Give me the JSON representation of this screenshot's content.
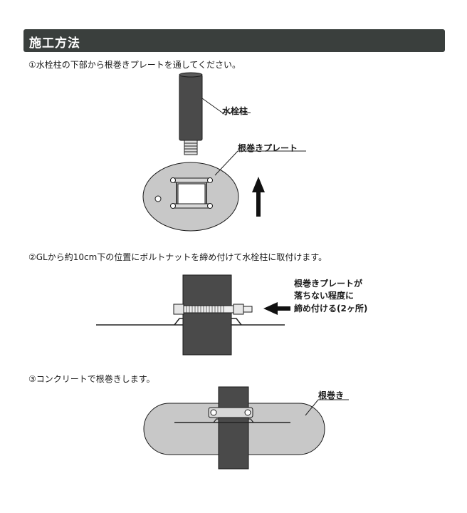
{
  "header": {
    "title": "施工方法"
  },
  "step1": {
    "text": "①水栓柱の下部から根巻きプレートを通してください。",
    "label_post": "水栓柱",
    "label_plate": "根巻きプレート"
  },
  "step2": {
    "text": "②GLから約10cm下の位置にボルトナットを締め付けて水栓柱に取付けます。",
    "note": [
      "根巻きプレートが",
      "落ちない程度に",
      "締め付ける(2ヶ所)"
    ]
  },
  "step3": {
    "text": "③コンクリートで根巻きします。",
    "label": "根巻き"
  },
  "colors": {
    "header_bg": "#3a3f3d",
    "post": "#4a4a4a",
    "plate": "#c8c8c8",
    "concrete": "#c8c8c8"
  }
}
